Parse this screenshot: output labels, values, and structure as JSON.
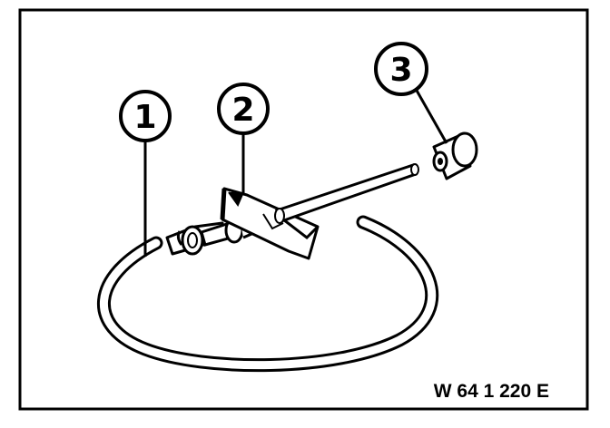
{
  "diagram": {
    "callouts": [
      {
        "label": "1"
      },
      {
        "label": "2"
      },
      {
        "label": "3"
      }
    ],
    "figure_code": "W 64 1 220 E",
    "colors": {
      "line": "#000000",
      "fill": "#ffffff",
      "background": "#ffffff"
    }
  }
}
